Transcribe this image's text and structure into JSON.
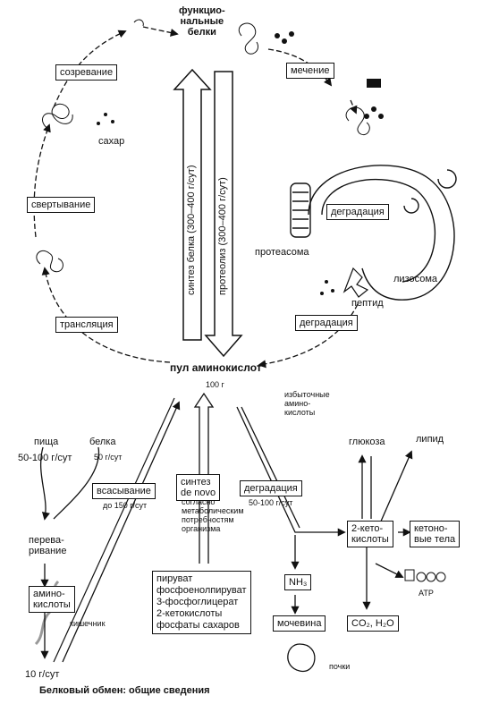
{
  "top_label": "функцио-\nнальные\nбелки",
  "maturation": "созревание",
  "sugar": "сахар",
  "folding": "свертывание",
  "translation": "трансляция",
  "labeling": "мечение",
  "degradation_box": "деградация",
  "proteasome": "протеасома",
  "lysosome": "лизосома",
  "peptide": "пептид",
  "degradation_peptide": "деградация",
  "synthesis_arrow": "синтез белка (300–400 г/сут)",
  "proteolysis_arrow": "протеолиз (300–400 г/сут)",
  "pool_title": "пул аминокислот",
  "pool_amount": "100 г",
  "excess": "избыточные\nамино-\nкислоты",
  "food": "пища",
  "food_amount": "50-100 г/сут",
  "protein": "белка",
  "protein_amount": "50 г/сут",
  "absorption": "всасывание",
  "absorption_amount": "до 150 г/сут",
  "digestion": "перева-\nривание",
  "amino_acids_box": "амино-\nкислоты",
  "intestine": "кишечник",
  "excreted": "10 г/сут",
  "de_novo": "синтез\nde novo",
  "de_novo_note": "согласно\nметаболическим\nпотребностям\nорганизма",
  "precursors": [
    "пируват",
    "фосфоенолпируват",
    "3-фосфоглицерат",
    "2-кетокислоты",
    "фосфаты сахаров"
  ],
  "degradation_pool": "деградация",
  "degradation_amount": "50-100 г/сут",
  "glucose": "глюкоза",
  "lipid": "липид",
  "keto_acids": "2-кето-\nкислоты",
  "ketone_bodies": "кетоно-\nвые тела",
  "atp": "ATP",
  "nh3": "NH₃",
  "urea": "мочевина",
  "co2_h2o": "CO₂, H₂O",
  "kidneys": "почки",
  "caption": "Белковый обмен: общие сведения"
}
